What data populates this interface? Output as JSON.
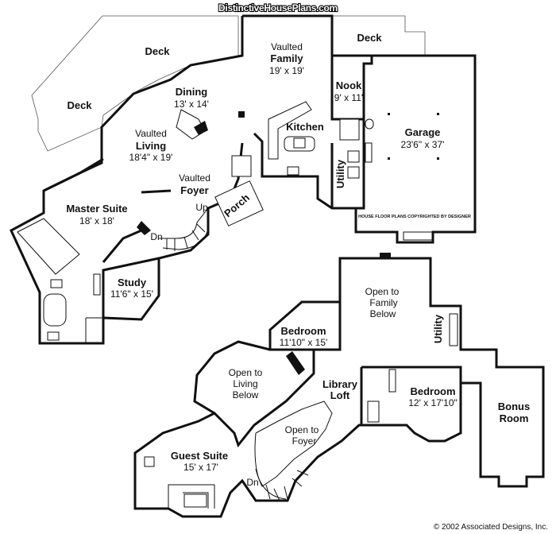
{
  "brand": {
    "site": "DistinctiveHousePlans.com"
  },
  "copyright": "© 2002 Associated Designs, Inc.",
  "garage_note": "HOUSE FLOOR PLANS COPYRIGHTED BY DESIGNER",
  "main_floor": {
    "deck_left": {
      "name": "Deck"
    },
    "deck_top": {
      "name": "Deck"
    },
    "deck_right": {
      "name": "Deck"
    },
    "family": {
      "line1": "Vaulted",
      "name": "Family",
      "dims": "19' x 19'"
    },
    "dining": {
      "name": "Dining",
      "dims": "13' x 14'"
    },
    "nook": {
      "name": "Nook",
      "dims": "9' x 11'"
    },
    "kitchen": {
      "name": "Kitchen"
    },
    "living": {
      "line1": "Vaulted",
      "name": "Living",
      "dims": "18'4\" x 19'"
    },
    "foyer": {
      "line1": "Vaulted",
      "name": "Foyer"
    },
    "garage": {
      "name": "Garage",
      "dims": "23'6\" x 37'"
    },
    "utility": {
      "name": "Utility"
    },
    "porch": {
      "name": "Porch"
    },
    "master": {
      "name": "Master Suite",
      "dims": "18' x 18'"
    },
    "study": {
      "name": "Study",
      "dims": "11'6\" x 15'"
    },
    "stair_up": "Up",
    "stair_down": "Dn"
  },
  "upper_floor": {
    "open_family": {
      "line1": "Open to",
      "line2": "Family",
      "line3": "Below"
    },
    "utility": {
      "name": "Utility"
    },
    "bedroom1": {
      "name": "Bedroom",
      "dims": "11'10\" x 15'"
    },
    "open_living": {
      "line1": "Open to",
      "line2": "Living",
      "line3": "Below"
    },
    "library": {
      "line1": "Library",
      "line2": "Loft"
    },
    "bedroom2": {
      "name": "Bedroom",
      "dims": "12' x 17'10\""
    },
    "bonus": {
      "line1": "Bonus",
      "line2": "Room"
    },
    "open_foyer": {
      "line1": "Open to",
      "line2": "Foyer"
    },
    "guest": {
      "name": "Guest Suite",
      "dims": "15' x 17'"
    },
    "stair_down": "Dn"
  }
}
